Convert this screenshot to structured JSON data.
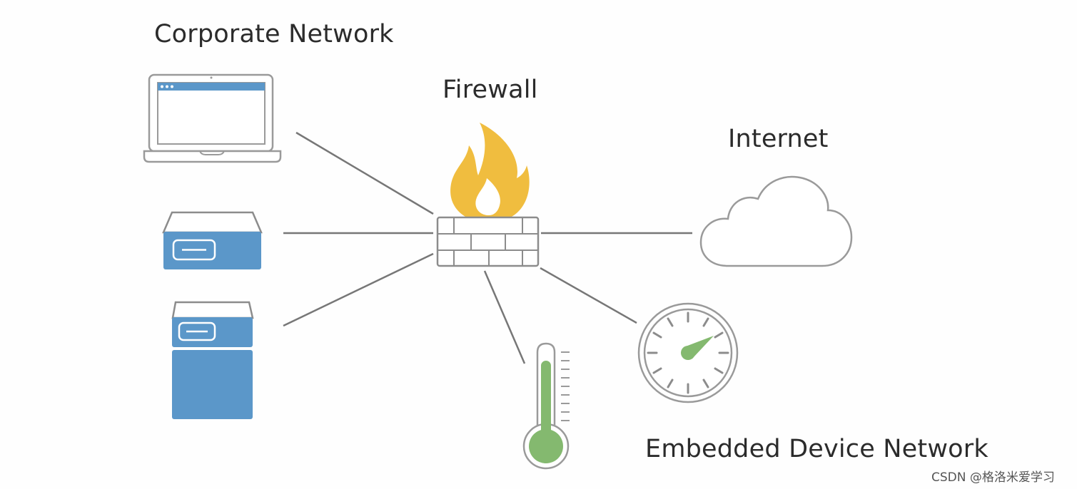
{
  "labels": {
    "corporate_network": "Corporate Network",
    "firewall": "Firewall",
    "internet": "Internet",
    "embedded_device_network": "Embedded Device Network",
    "watermark": "CSDN @格洛米爱学习"
  },
  "icons": {
    "laptop": "laptop-icon",
    "server_small": "server-icon",
    "server_tower": "server-tower-icon",
    "firewall": "firewall-icon",
    "cloud": "cloud-icon",
    "thermometer": "thermometer-icon",
    "gauge": "gauge-icon"
  },
  "colors": {
    "blue": "#5b97c9",
    "green": "#84b96f",
    "flame": "#f0bd3f",
    "outline": "#8c8c8c",
    "line": "#777777"
  }
}
